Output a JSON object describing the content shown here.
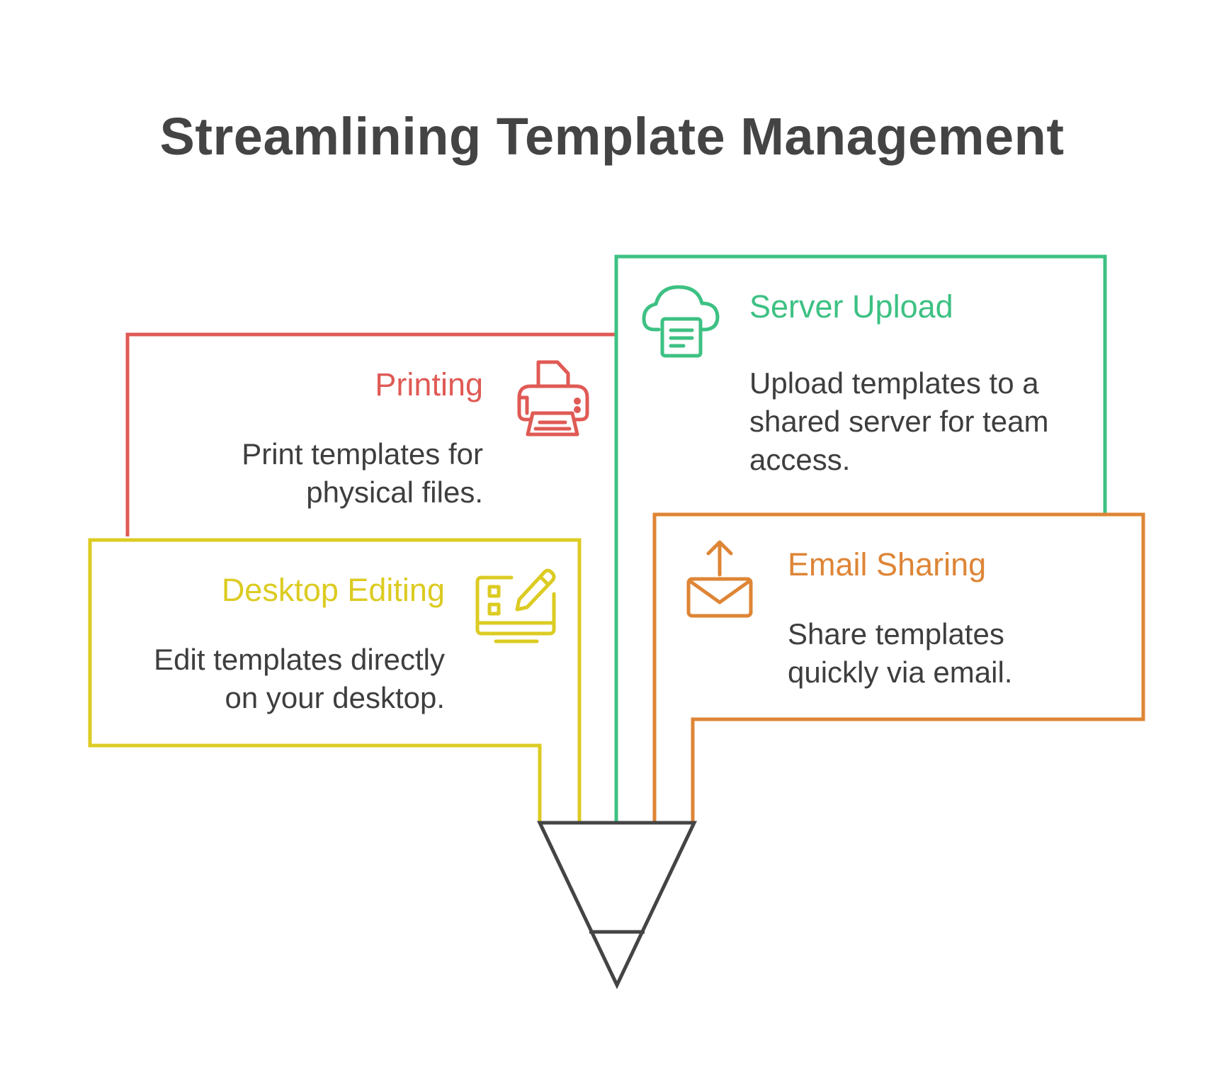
{
  "title": "Streamlining Template Management",
  "items": {
    "printing": {
      "label": "Printing",
      "description": "Print templates for physical files.",
      "color": "#E05A55",
      "icon": "printer-icon"
    },
    "server_upload": {
      "label": "Server Upload",
      "description": "Upload templates to a shared server for team access.",
      "color": "#3DC183",
      "icon": "cloud-document-icon"
    },
    "desktop_editing": {
      "label": "Desktop Editing",
      "description": "Edit templates directly on your desktop.",
      "color": "#DCCB22",
      "icon": "monitor-edit-icon"
    },
    "email_sharing": {
      "label": "Email Sharing",
      "description": "Share templates quickly via email.",
      "color": "#DE8536",
      "icon": "envelope-upload-icon"
    }
  },
  "funnel_color": "#444444"
}
